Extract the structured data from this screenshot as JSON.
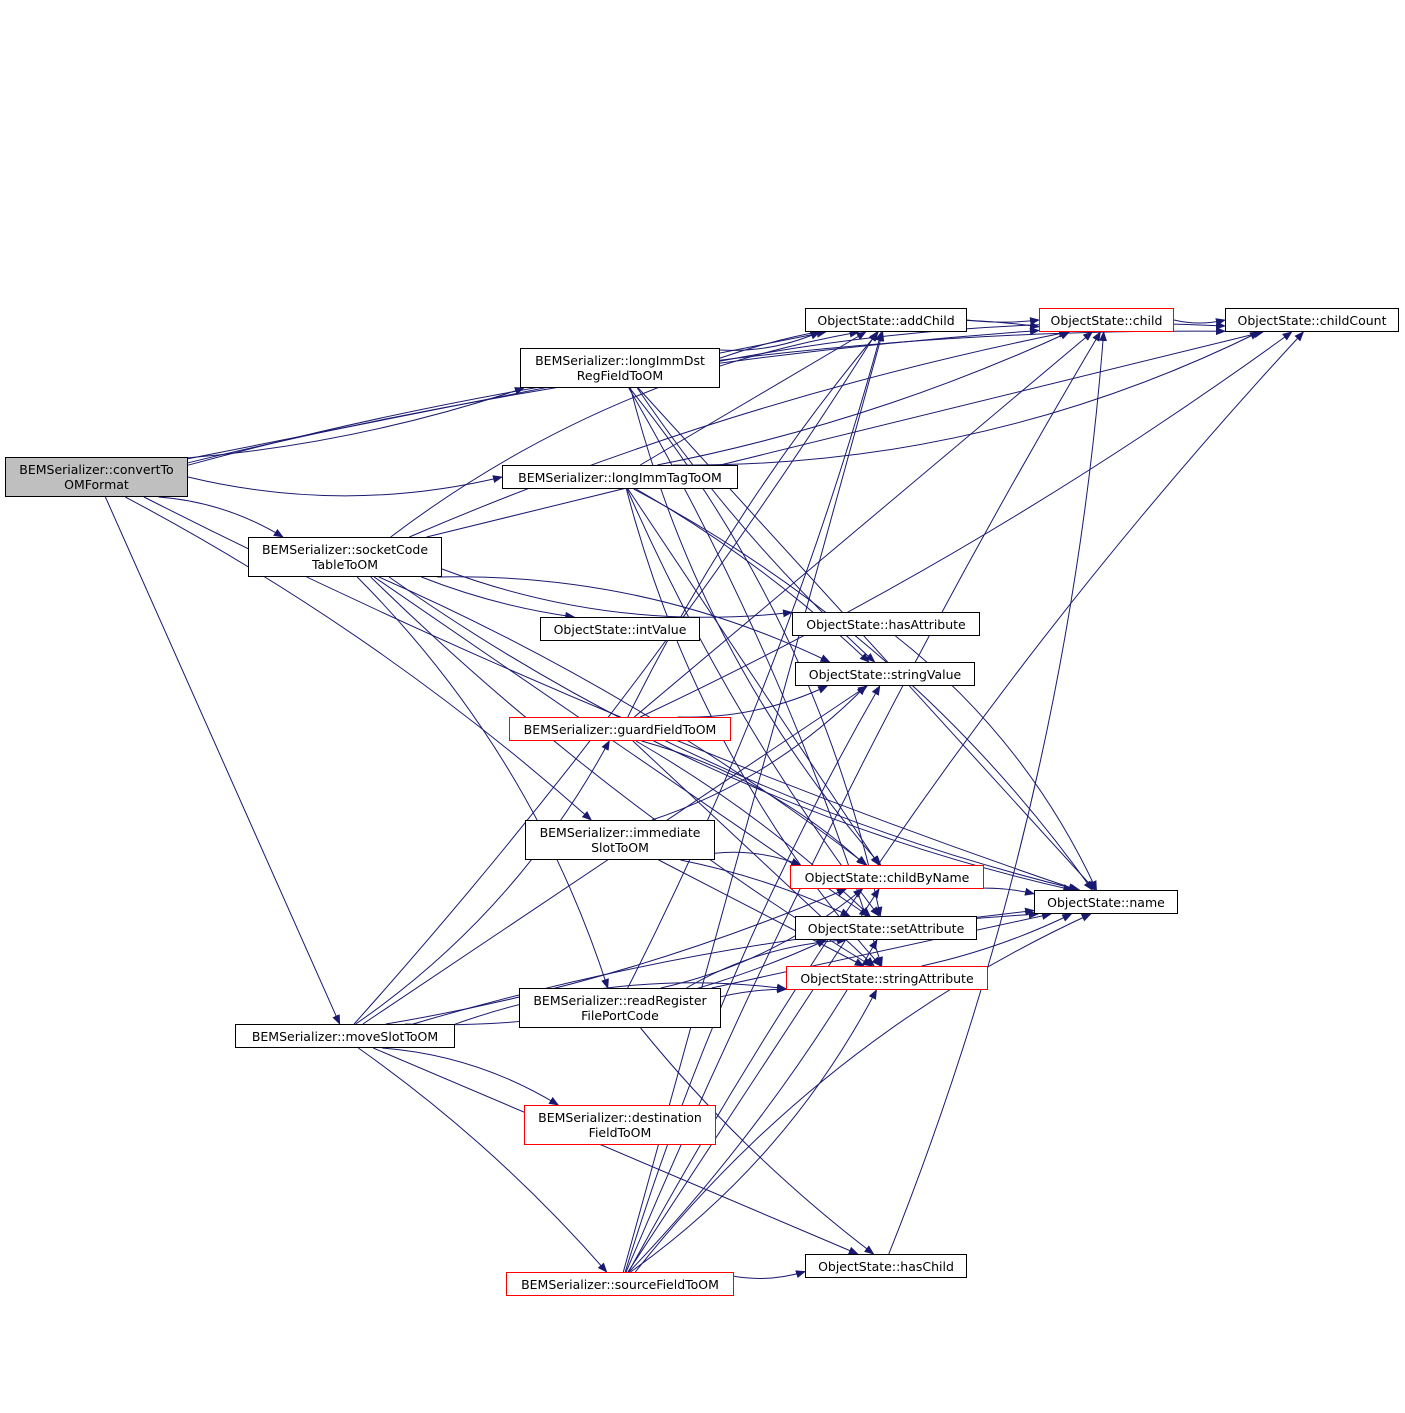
{
  "colors": {
    "edge": "#191970",
    "border_red": "#ff0000",
    "highlight": "#bfbfbf"
  },
  "nodes": {
    "convert": {
      "lines": [
        "BEMSerializer::convertTo",
        "OMFormat"
      ],
      "style": "highlight"
    },
    "longImmDst": {
      "lines": [
        "BEMSerializer::longImmDst",
        "RegFieldToOM"
      ],
      "style": "normal"
    },
    "longImmTag": {
      "lines": [
        "BEMSerializer::longImmTagToOM"
      ],
      "style": "normal"
    },
    "socketCode": {
      "lines": [
        "BEMSerializer::socketCode",
        "TableToOM"
      ],
      "style": "normal"
    },
    "intValue": {
      "lines": [
        "ObjectState::intValue"
      ],
      "style": "normal"
    },
    "guardField": {
      "lines": [
        "BEMSerializer::guardFieldToOM"
      ],
      "style": "red"
    },
    "immediate": {
      "lines": [
        "BEMSerializer::immediate",
        "SlotToOM"
      ],
      "style": "normal"
    },
    "readReg": {
      "lines": [
        "BEMSerializer::readRegister",
        "FilePortCode"
      ],
      "style": "normal"
    },
    "moveSlot": {
      "lines": [
        "BEMSerializer::moveSlotToOM"
      ],
      "style": "normal"
    },
    "destField": {
      "lines": [
        "BEMSerializer::destination",
        "FieldToOM"
      ],
      "style": "red"
    },
    "sourceField": {
      "lines": [
        "BEMSerializer::sourceFieldToOM"
      ],
      "style": "red"
    },
    "addChild": {
      "lines": [
        "ObjectState::addChild"
      ],
      "style": "normal"
    },
    "child": {
      "lines": [
        "ObjectState::child"
      ],
      "style": "red"
    },
    "childCount": {
      "lines": [
        "ObjectState::childCount"
      ],
      "style": "normal"
    },
    "hasAttr": {
      "lines": [
        "ObjectState::hasAttribute"
      ],
      "style": "normal"
    },
    "stringValue": {
      "lines": [
        "ObjectState::stringValue"
      ],
      "style": "normal"
    },
    "childByName": {
      "lines": [
        "ObjectState::childByName"
      ],
      "style": "red"
    },
    "setAttr": {
      "lines": [
        "ObjectState::setAttribute"
      ],
      "style": "normal"
    },
    "stringAttr": {
      "lines": [
        "ObjectState::stringAttribute"
      ],
      "style": "red"
    },
    "name": {
      "lines": [
        "ObjectState::name"
      ],
      "style": "normal"
    },
    "hasChild": {
      "lines": [
        "ObjectState::hasChild"
      ],
      "style": "normal"
    }
  },
  "edges": [
    [
      "convert",
      "childCount"
    ],
    [
      "convert",
      "child"
    ],
    [
      "convert",
      "addChild"
    ],
    [
      "convert",
      "longImmDst"
    ],
    [
      "convert",
      "longImmTag"
    ],
    [
      "convert",
      "socketCode"
    ],
    [
      "convert",
      "immediate"
    ],
    [
      "convert",
      "moveSlot"
    ],
    [
      "convert",
      "name"
    ],
    [
      "longImmDst",
      "addChild"
    ],
    [
      "longImmDst",
      "child"
    ],
    [
      "longImmDst",
      "childCount"
    ],
    [
      "longImmDst",
      "name"
    ],
    [
      "longImmDst",
      "stringValue"
    ],
    [
      "longImmDst",
      "childByName"
    ],
    [
      "longImmDst",
      "setAttr"
    ],
    [
      "longImmDst",
      "stringAttr"
    ],
    [
      "longImmTag",
      "addChild"
    ],
    [
      "longImmTag",
      "child"
    ],
    [
      "longImmTag",
      "childCount"
    ],
    [
      "longImmTag",
      "name"
    ],
    [
      "longImmTag",
      "stringValue"
    ],
    [
      "longImmTag",
      "childByName"
    ],
    [
      "longImmTag",
      "setAttr"
    ],
    [
      "longImmTag",
      "stringAttr"
    ],
    [
      "socketCode",
      "addChild"
    ],
    [
      "socketCode",
      "child"
    ],
    [
      "socketCode",
      "childCount"
    ],
    [
      "socketCode",
      "intValue"
    ],
    [
      "socketCode",
      "hasAttr"
    ],
    [
      "socketCode",
      "stringValue"
    ],
    [
      "socketCode",
      "childByName"
    ],
    [
      "socketCode",
      "setAttr"
    ],
    [
      "socketCode",
      "stringAttr"
    ],
    [
      "socketCode",
      "name"
    ],
    [
      "socketCode",
      "readReg"
    ],
    [
      "guardField",
      "addChild"
    ],
    [
      "guardField",
      "child"
    ],
    [
      "guardField",
      "childCount"
    ],
    [
      "guardField",
      "stringValue"
    ],
    [
      "guardField",
      "childByName"
    ],
    [
      "guardField",
      "setAttr"
    ],
    [
      "guardField",
      "stringAttr"
    ],
    [
      "guardField",
      "name"
    ],
    [
      "immediate",
      "stringValue"
    ],
    [
      "immediate",
      "childByName"
    ],
    [
      "immediate",
      "setAttr"
    ],
    [
      "immediate",
      "stringAttr"
    ],
    [
      "readReg",
      "addChild"
    ],
    [
      "readReg",
      "childByName"
    ],
    [
      "readReg",
      "setAttr"
    ],
    [
      "readReg",
      "stringAttr"
    ],
    [
      "readReg",
      "name"
    ],
    [
      "readReg",
      "hasChild"
    ],
    [
      "moveSlot",
      "guardField"
    ],
    [
      "moveSlot",
      "destField"
    ],
    [
      "moveSlot",
      "sourceField"
    ],
    [
      "moveSlot",
      "stringValue"
    ],
    [
      "moveSlot",
      "childByName"
    ],
    [
      "moveSlot",
      "setAttr"
    ],
    [
      "moveSlot",
      "stringAttr"
    ],
    [
      "moveSlot",
      "name"
    ],
    [
      "moveSlot",
      "hasChild"
    ],
    [
      "moveSlot",
      "addChild"
    ],
    [
      "sourceField",
      "hasChild"
    ],
    [
      "sourceField",
      "childCount"
    ],
    [
      "sourceField",
      "stringValue"
    ],
    [
      "sourceField",
      "childByName"
    ],
    [
      "sourceField",
      "setAttr"
    ],
    [
      "sourceField",
      "stringAttr"
    ],
    [
      "sourceField",
      "name"
    ],
    [
      "sourceField",
      "child"
    ],
    [
      "sourceField",
      "addChild"
    ],
    [
      "addChild",
      "child"
    ],
    [
      "child",
      "childCount"
    ],
    [
      "hasAttr",
      "name"
    ],
    [
      "childByName",
      "name"
    ],
    [
      "setAttr",
      "name"
    ],
    [
      "stringAttr",
      "name"
    ],
    [
      "hasChild",
      "child"
    ]
  ]
}
